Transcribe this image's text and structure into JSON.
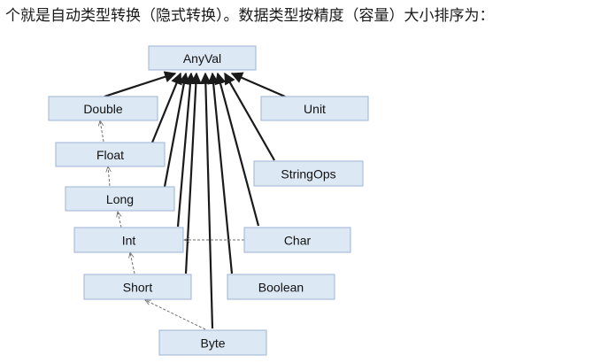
{
  "caption": "个就是自动类型转换（隐式转换）。数据类型按精度（容量）大小排序为：",
  "nodes": {
    "anyval": "AnyVal",
    "double": "Double",
    "float": "Float",
    "long": "Long",
    "int": "Int",
    "short": "Short",
    "byte": "Byte",
    "unit": "Unit",
    "stringops": "StringOps",
    "char": "Char",
    "boolean": "Boolean"
  },
  "colors": {
    "box_fill": "#dde8f5",
    "box_border": "#9db5d3",
    "inherit_edge": "#1a1a1a",
    "conversion_edge": "#6d6d6d"
  }
}
